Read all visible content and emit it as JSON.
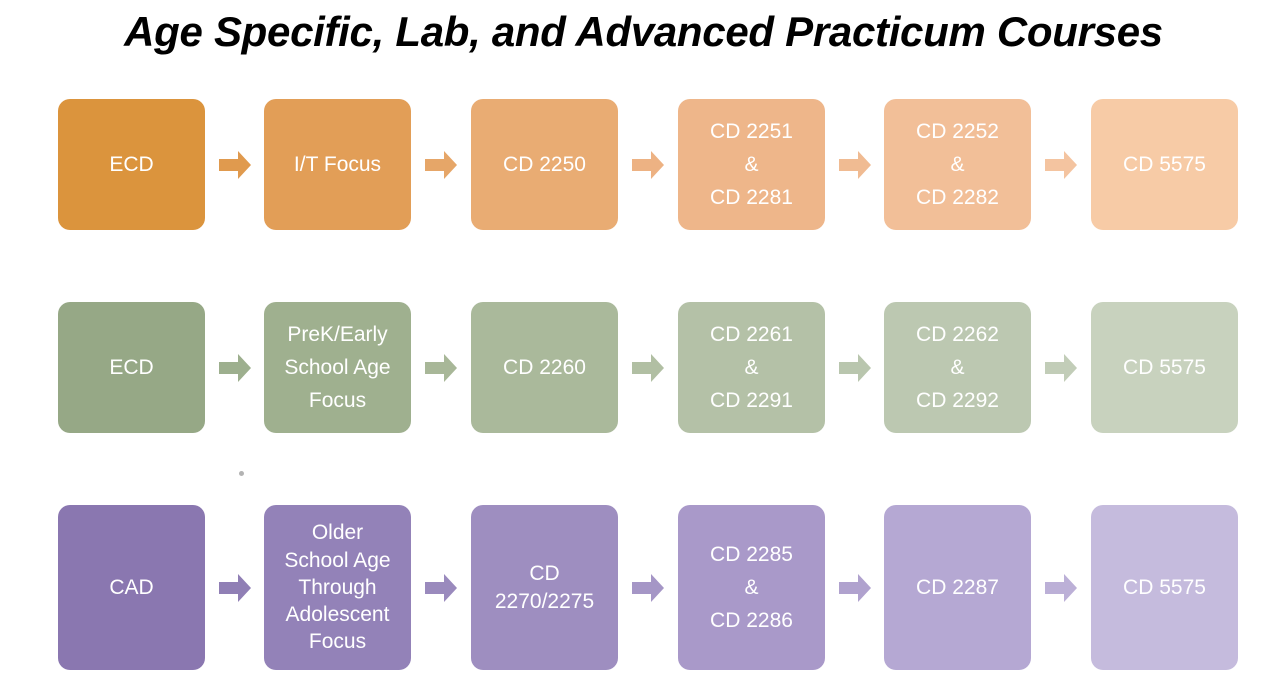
{
  "title": "Age Specific, Lab, and Advanced Practicum Courses",
  "colors": {
    "background": "#ffffff",
    "title_color": "#000000",
    "node_text": "#ffffff",
    "row1": [
      "#DB943D",
      "#E29E57",
      "#E9AC73",
      "#EEB68A",
      "#F2BF98",
      "#F7CBA6"
    ],
    "row2": [
      "#96A886",
      "#9FB08F",
      "#AAB99B",
      "#B4C1A7",
      "#BCC8B1",
      "#C8D2BE"
    ],
    "row3": [
      "#8A77B0",
      "#9382B8",
      "#9E8EC0",
      "#A999C9",
      "#B5A8D3",
      "#C5BBDD"
    ],
    "arrows_row1": [
      "#E09A4E",
      "#E6A668",
      "#EDB283",
      "#F0BB92",
      "#F4C4A0"
    ],
    "arrows_row2": [
      "#9DAF8E",
      "#A8B798",
      "#B1BFA3",
      "#B9C6AE",
      "#C2CDB8"
    ],
    "arrows_row3": [
      "#907FB5",
      "#9A8ABD",
      "#A596C6",
      "#B0A2CE",
      "#BCB0D7"
    ],
    "artifact_dot": "#a6a6a6"
  },
  "rows": [
    {
      "id": "row-infant-toddler",
      "nodes": [
        {
          "name": "node-ecd-1",
          "lines": [
            "ECD"
          ]
        },
        {
          "name": "node-it-focus",
          "lines": [
            "I/T Focus"
          ]
        },
        {
          "name": "node-cd-2250",
          "lines": [
            "CD 2250"
          ]
        },
        {
          "name": "node-cd-2251-2281",
          "lines": [
            "CD 2251",
            "&",
            "CD 2281"
          ]
        },
        {
          "name": "node-cd-2252-2282",
          "lines": [
            "CD 2252",
            "&",
            "CD 2282"
          ]
        },
        {
          "name": "node-cd-5575-1",
          "lines": [
            "CD 5575"
          ]
        }
      ]
    },
    {
      "id": "row-prek-early-school-age",
      "nodes": [
        {
          "name": "node-ecd-2",
          "lines": [
            "ECD"
          ]
        },
        {
          "name": "node-prek-focus",
          "lines": [
            "PreK/Early",
            "School Age",
            "Focus"
          ]
        },
        {
          "name": "node-cd-2260",
          "lines": [
            "CD 2260"
          ]
        },
        {
          "name": "node-cd-2261-2291",
          "lines": [
            "CD 2261",
            "&",
            "CD 2291"
          ]
        },
        {
          "name": "node-cd-2262-2292",
          "lines": [
            "CD 2262",
            "&",
            "CD 2292"
          ]
        },
        {
          "name": "node-cd-5575-2",
          "lines": [
            "CD 5575"
          ]
        }
      ]
    },
    {
      "id": "row-older-school-age-adolescent",
      "nodes": [
        {
          "name": "node-cad",
          "lines": [
            "CAD"
          ]
        },
        {
          "name": "node-older-focus",
          "lines": [
            "Older",
            "School Age",
            "Through",
            "Adolescent",
            "Focus"
          ]
        },
        {
          "name": "node-cd-2270-2275",
          "lines": [
            "CD",
            "2270/2275"
          ]
        },
        {
          "name": "node-cd-2285-2286",
          "lines": [
            "CD 2285",
            "&",
            "CD 2286"
          ]
        },
        {
          "name": "node-cd-2287",
          "lines": [
            "CD 2287"
          ]
        },
        {
          "name": "node-cd-5575-3",
          "lines": [
            "CD 5575"
          ]
        }
      ]
    }
  ],
  "arrow_icon_name": "right-arrow-icon"
}
